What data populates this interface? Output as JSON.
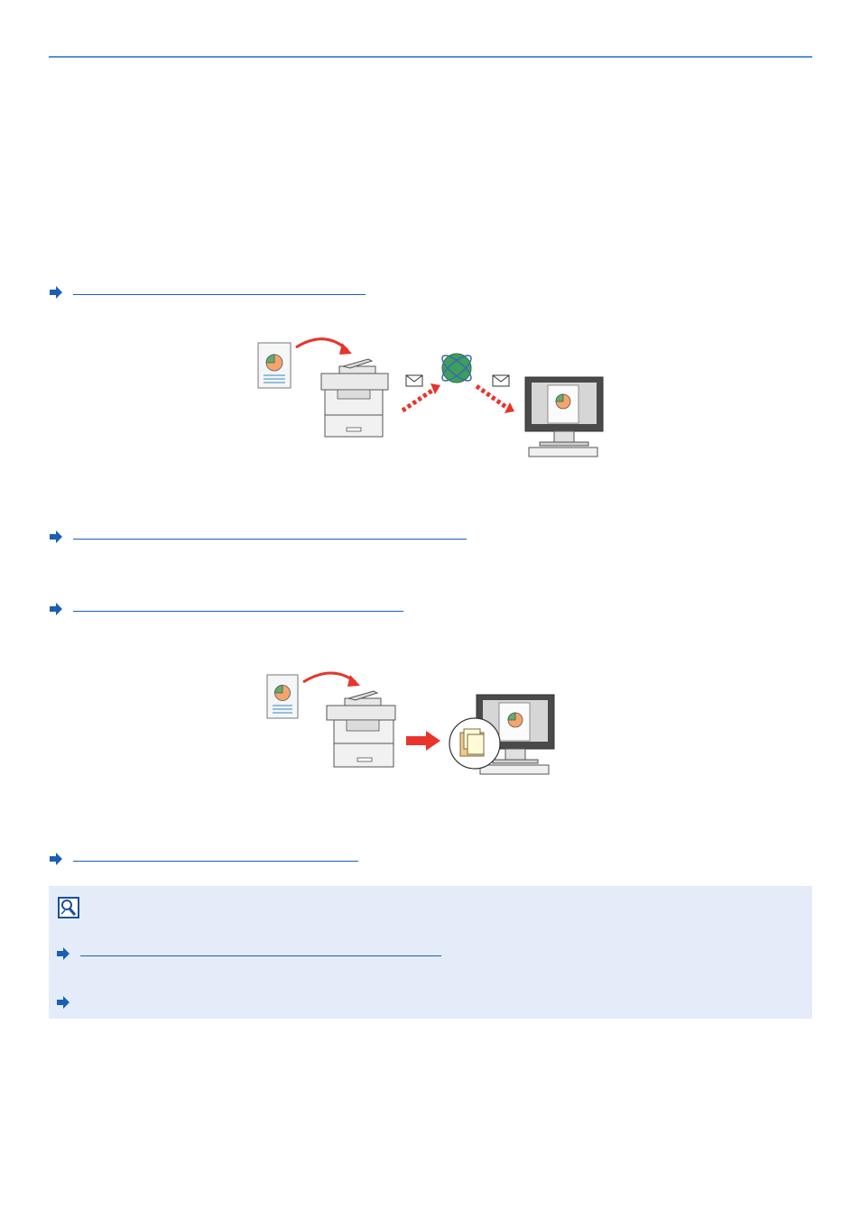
{
  "header": {
    "accent_color": "#5a8fd6"
  },
  "links": [
    {
      "id": "link-1",
      "text": ""
    },
    {
      "id": "link-2",
      "text": ""
    },
    {
      "id": "link-3",
      "text": ""
    },
    {
      "id": "link-4",
      "text": ""
    }
  ],
  "diagrams": {
    "send_email": {
      "icons": [
        "document-icon",
        "printer-icon",
        "envelope-icon",
        "globe-icon",
        "envelope-icon",
        "monitor-icon"
      ]
    },
    "send_folder": {
      "icons": [
        "document-icon",
        "printer-icon",
        "arrow-icon",
        "folder-icon",
        "monitor-icon"
      ]
    }
  },
  "note": {
    "icon": "note-icon",
    "background_color": "#e4ecf9",
    "links": [
      {
        "id": "note-link-1",
        "text": ""
      },
      {
        "id": "note-link-2",
        "text": ""
      }
    ]
  },
  "colors": {
    "link": "#1a5fb4",
    "arrow_red": "#e8342a",
    "globe_green": "#3f9f5a"
  }
}
